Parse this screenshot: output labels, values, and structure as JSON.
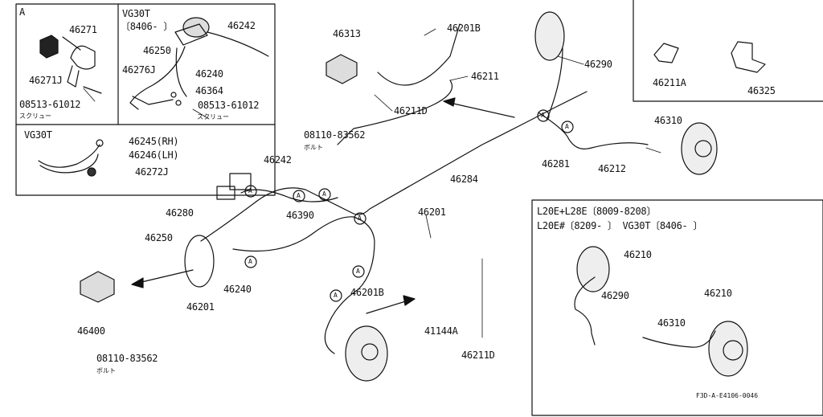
{
  "inset_a": {
    "title": "A",
    "parts": {
      "p46271": "46271",
      "p46271j": "46271J",
      "p08513": "08513-61012",
      "kana": "スクリュー"
    }
  },
  "inset_vg30t_top": {
    "title": "VG30T",
    "range": "〔8406-  〕",
    "parts": {
      "p46242": "46242",
      "p46250": "46250",
      "p46276j": "46276J",
      "p46240": "46240",
      "p46364": "46364",
      "p08513": "08513-61012",
      "kana": "スクリュー"
    }
  },
  "inset_vg30t_lines": {
    "title": "VG30T",
    "parts": {
      "p46245": "46245(RH)",
      "p46246": "46246(LH)",
      "p46272j": "46272J"
    }
  },
  "inset_bracket": {
    "parts": {
      "p46211a": "46211A",
      "p46325": "46325"
    }
  },
  "inset_l20e": {
    "line1": "L20E+L28E〔8009-8208〕",
    "line2": "L20E#〔8209-     〕 VG30T〔8406-    〕",
    "parts": {
      "p46210a": "46210",
      "p46290": "46290",
      "p46210b": "46210",
      "p46310": "46310"
    }
  },
  "main": {
    "p46313": "46313",
    "p46201b_top": "46201B",
    "p46211": "46211",
    "p46211d_top": "46211D",
    "p08110_top": "08110-83562",
    "bolt_top": "ボルト",
    "p46290": "46290",
    "p46310": "46310",
    "p46281": "46281",
    "p46212": "46212",
    "p46284": "46284",
    "p46242": "46242",
    "p46280": "46280",
    "p46390": "46390",
    "p46250": "46250",
    "p46240": "46240",
    "p46201_left": "46201",
    "p46400": "46400",
    "p08110_bottom": "08110-83562",
    "bolt_bottom": "ボルト",
    "p46201_mid": "46201",
    "p46201b_mid": "46201B",
    "p41144a": "41144A",
    "p46211d_bottom": "46211D",
    "marker_a": "A"
  },
  "footer": {
    "code": "F3D-A-E4106-0046"
  }
}
